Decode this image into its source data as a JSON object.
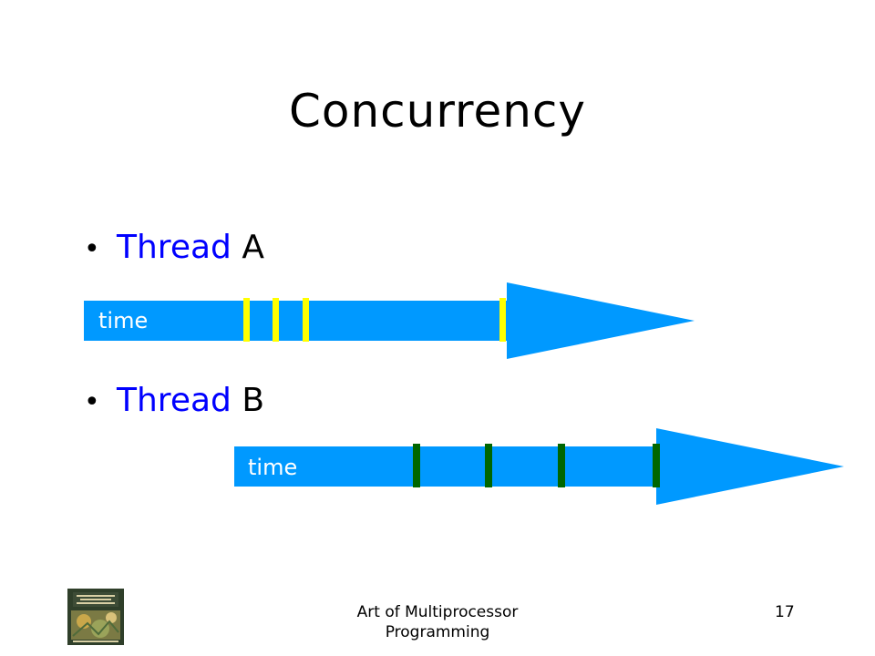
{
  "slide": {
    "title": "Concurrency"
  },
  "threads": [
    {
      "bullet": "•",
      "name_word": "Thread",
      "name_letter": "A",
      "time_label": "time",
      "arrow_color": "#0099FF",
      "event_color": "#FFFF00"
    },
    {
      "bullet": "•",
      "name_word": "Thread",
      "name_letter": "B",
      "time_label": "time",
      "arrow_color": "#0099FF",
      "event_color": "#006600"
    }
  ],
  "footer": {
    "line1": "Art of Multiprocessor",
    "line2": "Programming",
    "page_number": "17",
    "book_cover_icon": "book-cover-icon"
  },
  "colors": {
    "accent_blue_text": "#0000FF",
    "timeline_blue": "#0099FF",
    "thread_a_marks": "#FFFF00",
    "thread_b_marks": "#006600"
  }
}
